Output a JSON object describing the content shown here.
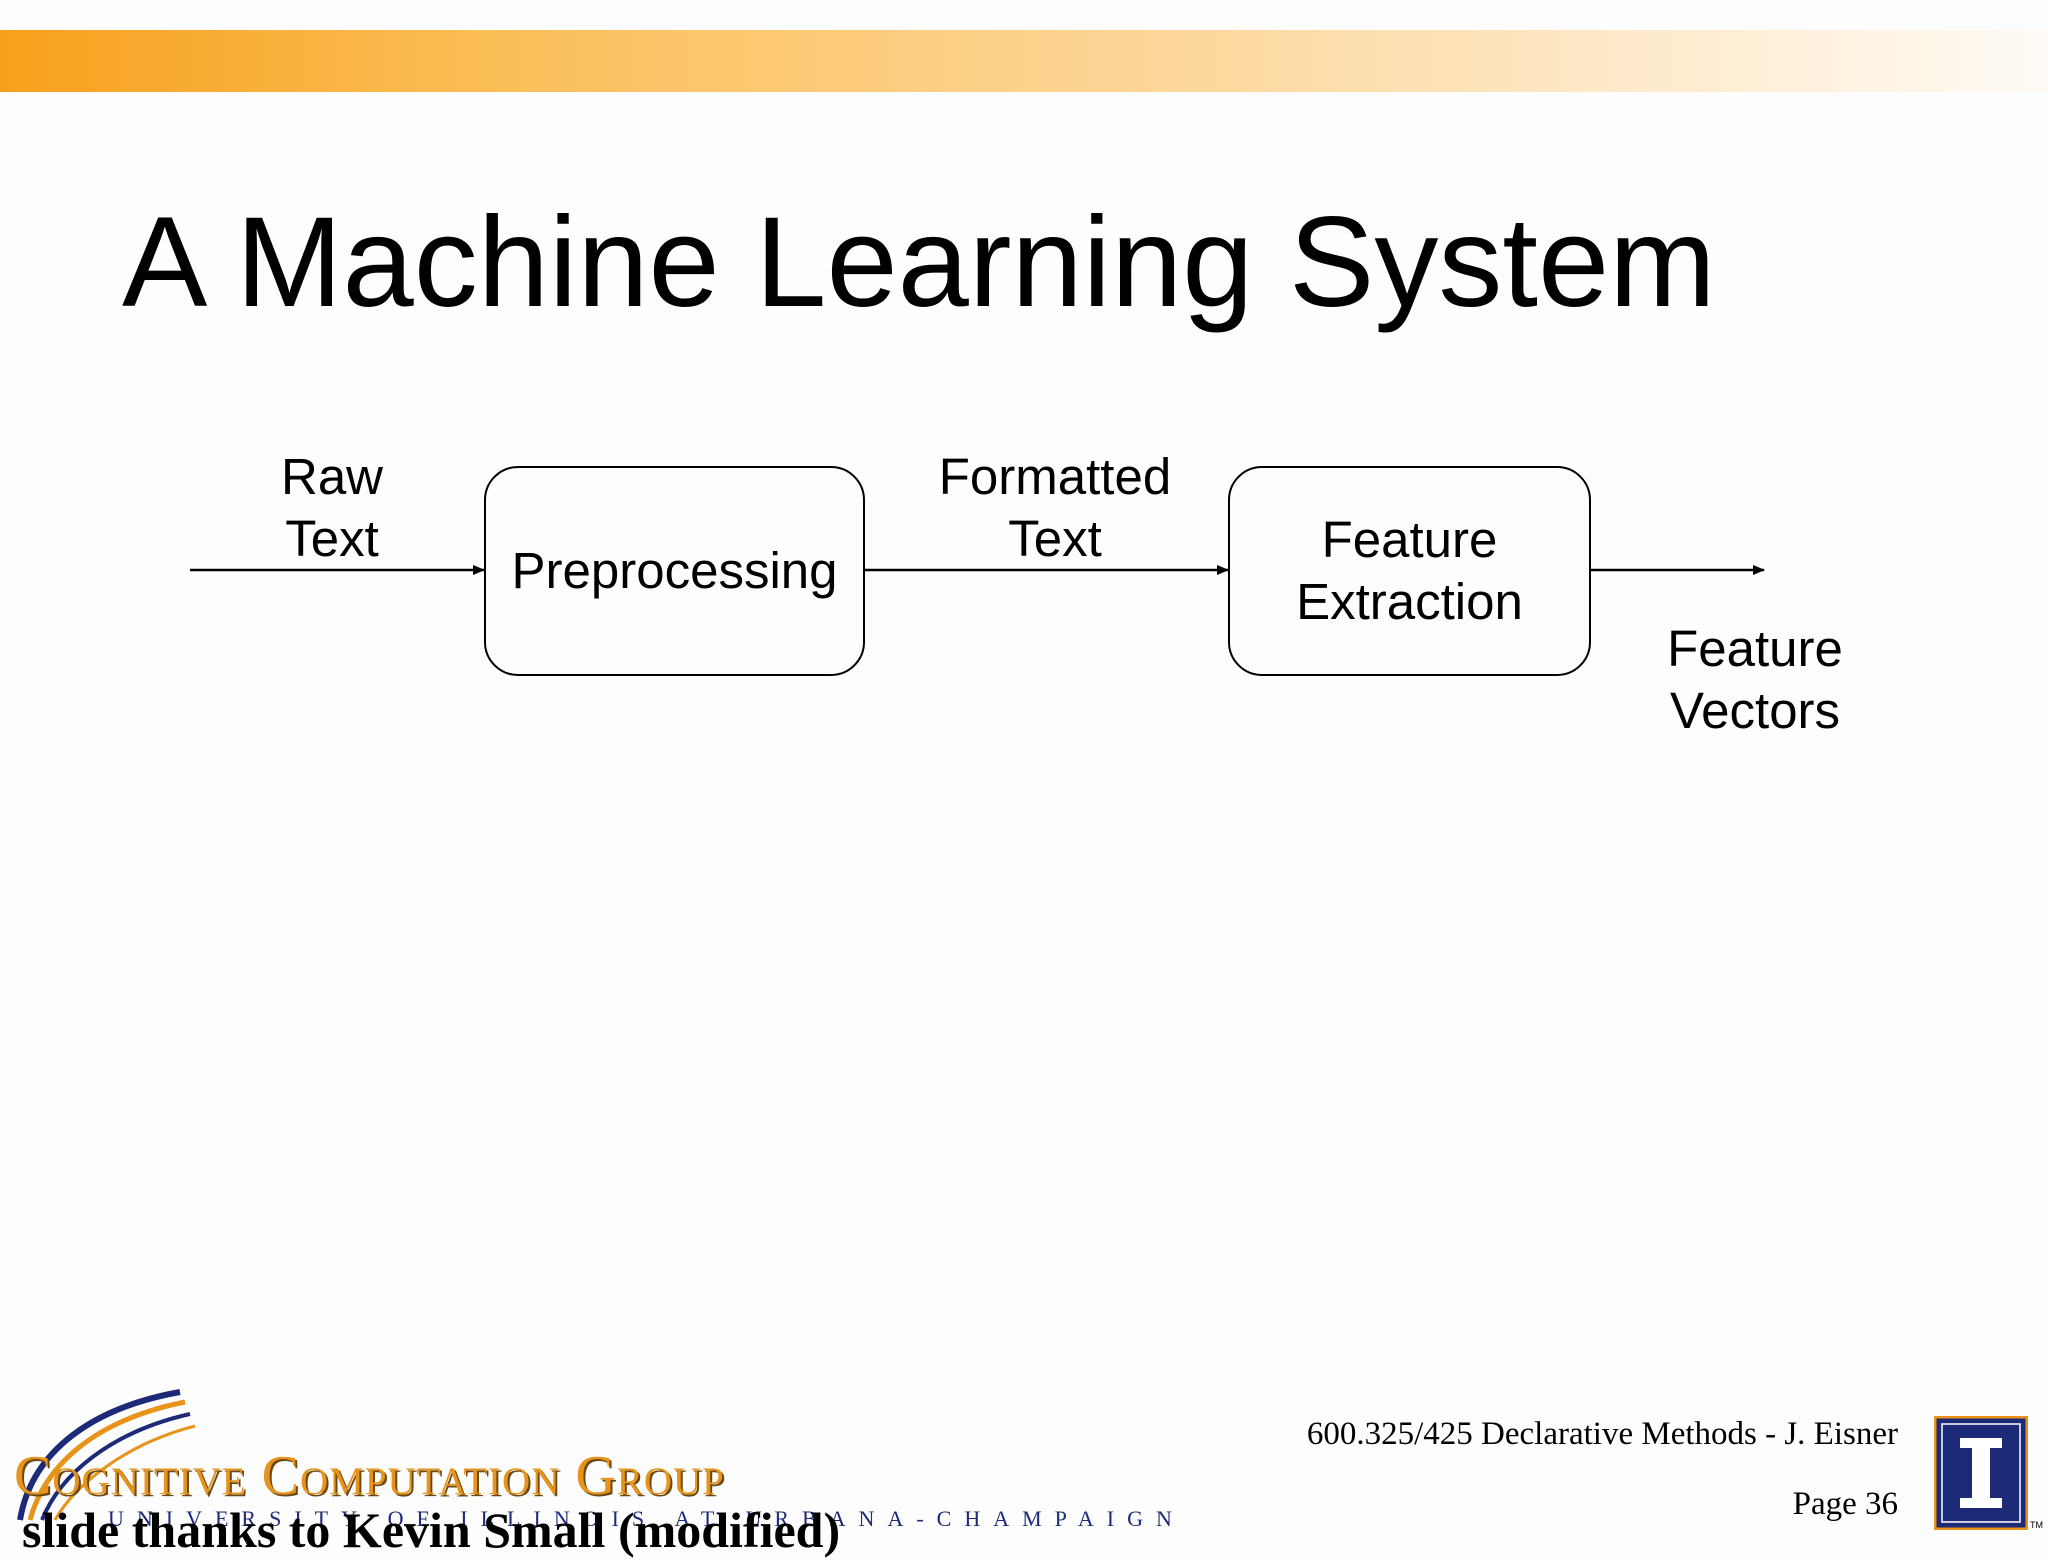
{
  "slide": {
    "title": "A Machine Learning System",
    "accent_color": "#f7a01c"
  },
  "diagram": {
    "nodes": [
      {
        "id": "preprocessing",
        "label": "Preprocessing"
      },
      {
        "id": "feature_extraction",
        "label": "Feature\nExtraction"
      }
    ],
    "edge_labels": {
      "raw_text": "Raw\nText",
      "formatted_text": "Formatted\nText",
      "feature_vectors": "Feature\nVectors"
    },
    "flow": [
      "Raw Text",
      "Preprocessing",
      "Formatted Text",
      "Feature Extraction",
      "Feature Vectors"
    ]
  },
  "footer": {
    "course": "600.325/425 Declarative Methods - J. Eisner",
    "page": "Page 36",
    "credit": "slide thanks to Kevin Small (modified)",
    "logo_group": "Cognitive Computation Group",
    "logo_university": "UNIVERSITY OF ILLINOIS AT URBANA-CHAMPAIGN",
    "logo_tm": "TM",
    "logo_colors": {
      "gold": "#e8931a",
      "navy": "#1c2a78"
    }
  }
}
